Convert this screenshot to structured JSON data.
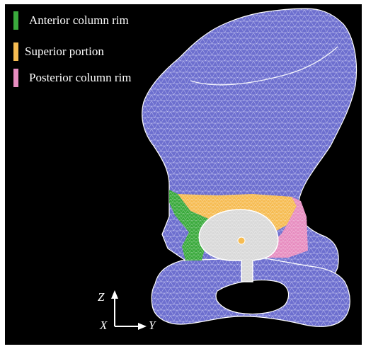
{
  "legend": [
    {
      "label": "Anterior column rim",
      "color": "#3aaa3c"
    },
    {
      "label": "Superior portion",
      "color": "#f6bc52"
    },
    {
      "label": "Posterior column rim",
      "color": "#e78dc0"
    }
  ],
  "axes": {
    "z": "Z",
    "x": "X",
    "y": "Y"
  },
  "colors": {
    "background": "#000000",
    "bone": "#6d6fcf",
    "mesh": "#e6e6ff",
    "implant": "#d9d9d9"
  }
}
